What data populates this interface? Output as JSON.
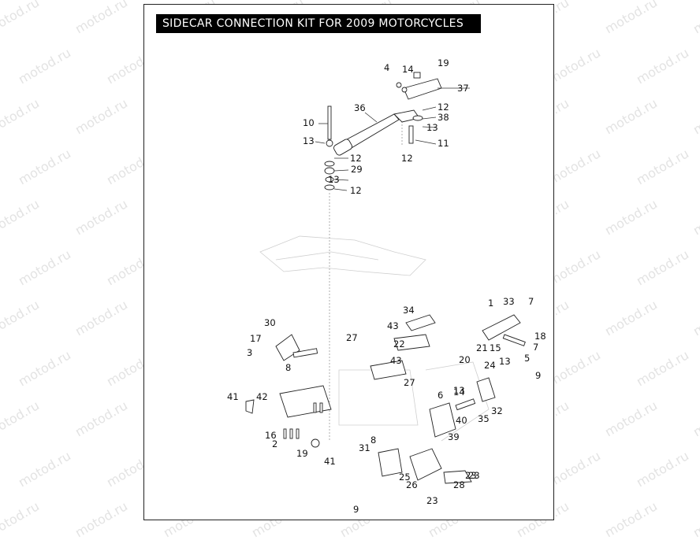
{
  "title": "SIDECAR CONNECTION KIT FOR 2009 MOTORCYCLES",
  "watermark": "motod.ru",
  "part_numbers": [
    "1",
    "2",
    "3",
    "4",
    "5",
    "6",
    "7",
    "7",
    "8",
    "8",
    "9",
    "9",
    "10",
    "11",
    "12",
    "12",
    "12",
    "12",
    "13",
    "13",
    "13",
    "13",
    "13",
    "14",
    "14",
    "15",
    "16",
    "17",
    "18",
    "19",
    "19",
    "20",
    "21",
    "22",
    "23",
    "23",
    "23",
    "24",
    "25",
    "26",
    "27",
    "27",
    "28",
    "29",
    "30",
    "31",
    "32",
    "33",
    "34",
    "35",
    "36",
    "37",
    "38",
    "39",
    "40",
    "41",
    "41",
    "42",
    "43",
    "43"
  ]
}
